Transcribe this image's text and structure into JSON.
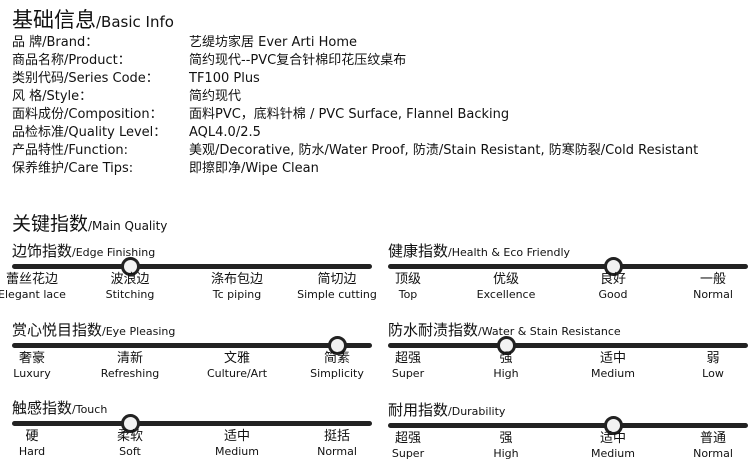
{
  "basic": {
    "title_cn": "基础信息",
    "title_en": "/Basic Info",
    "rows": [
      {
        "label": "品      牌/Brand：",
        "value": "艺缇坊家居 Ever Arti Home"
      },
      {
        "label": "商品名称/Product：",
        "value": "简约现代--PVC复合针棉印花压纹桌布"
      },
      {
        "label": "类别代码/Series Code：",
        "value": "TF100 Plus"
      },
      {
        "label": "风      格/Style：",
        "value": "简约现代"
      },
      {
        "label": "面料成份/Composition：",
        "value": "面料PVC，底料针棉 / PVC Surface, Flannel Backing"
      },
      {
        "label": "品检标准/Quality Level：",
        "value": "AQL4.0/2.5"
      },
      {
        "label": "产品特性/Function:",
        "value": "美观/Decorative, 防水/Water Proof, 防渍/Stain Resistant, 防寒防裂/Cold Resistant"
      },
      {
        "label": "保养维护/Care Tips:",
        "value": "即擦即净/Wipe Clean"
      }
    ]
  },
  "quality": {
    "title_cn": "关键指数",
    "title_en": "/Main Quality",
    "metrics": [
      {
        "title_cn": "边饰指数",
        "title_en": "/Edge Finishing",
        "selected": 1,
        "levels": [
          {
            "cn": "蕾丝花边",
            "en": "Elegant lace"
          },
          {
            "cn": "波浪边",
            "en": "Stitching"
          },
          {
            "cn": "涤布包边",
            "en": "Tc piping"
          },
          {
            "cn": "简切边",
            "en": "Simple cutting"
          }
        ]
      },
      {
        "title_cn": "健康指数",
        "title_en": "/Health & Eco Friendly",
        "selected": 2,
        "levels": [
          {
            "cn": "顶级",
            "en": "Top"
          },
          {
            "cn": "优级",
            "en": "Excellence"
          },
          {
            "cn": "良好",
            "en": "Good"
          },
          {
            "cn": "一般",
            "en": "Normal"
          }
        ]
      },
      {
        "title_cn": "赏心悦目指数",
        "title_en": "/Eye Pleasing",
        "selected": 3,
        "levels": [
          {
            "cn": "奢豪",
            "en": "Luxury"
          },
          {
            "cn": "清新",
            "en": "Refreshing"
          },
          {
            "cn": "文雅",
            "en": "Culture/Art"
          },
          {
            "cn": "简素",
            "en": "Simplicity"
          }
        ]
      },
      {
        "title_cn": "防水耐渍指数",
        "title_en": "/Water & Stain Resistance",
        "selected": 1,
        "levels": [
          {
            "cn": "超强",
            "en": "Super"
          },
          {
            "cn": "强",
            "en": "High"
          },
          {
            "cn": "适中",
            "en": "Medium"
          },
          {
            "cn": "弱",
            "en": "Low"
          }
        ]
      },
      {
        "title_cn": "触感指数",
        "title_en": "/Touch",
        "selected": 1,
        "levels": [
          {
            "cn": "硬",
            "en": "Hard"
          },
          {
            "cn": "柔软",
            "en": "Soft"
          },
          {
            "cn": "适中",
            "en": "Medium"
          },
          {
            "cn": "挺括",
            "en": "Normal"
          }
        ]
      },
      {
        "title_cn": "耐用指数",
        "title_en": "/Durability",
        "selected": 2,
        "levels": [
          {
            "cn": "超强",
            "en": "Super"
          },
          {
            "cn": "强",
            "en": "High"
          },
          {
            "cn": "适中",
            "en": "Medium"
          },
          {
            "cn": "普通",
            "en": "Normal"
          }
        ]
      }
    ]
  }
}
